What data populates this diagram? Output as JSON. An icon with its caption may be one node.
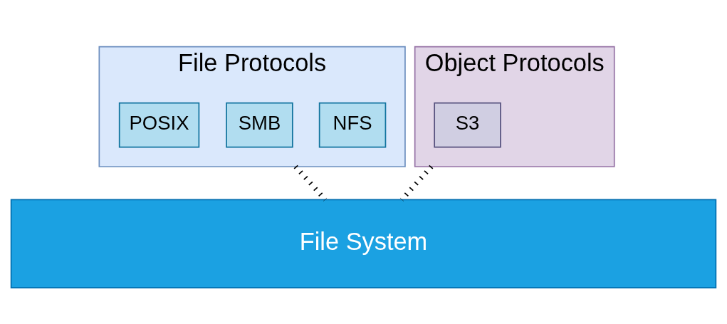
{
  "diagram": {
    "nodes": [
      {
        "text": [
          "File Protocols"
        ]
      },
      {
        "text": [
          "NFS"
        ],
        "in": 0
      },
      {
        "text": [
          "SMB"
        ],
        "in": 0
      },
      {
        "text": [
          "POSIX"
        ],
        "in": 0
      },
      {
        "text": [
          "Object Protocols"
        ]
      },
      {
        "text": [
          "S3"
        ],
        "in": 4
      },
      {
        "text": [
          "File System"
        ]
      }
    ],
    "edges": [
      {
        "from": 0,
        "to": 6,
        "arrow": "none",
        "style": "dashed"
      },
      {
        "from": 4,
        "to": 6,
        "arrow": "none",
        "style": "dashed"
      }
    ]
  }
}
